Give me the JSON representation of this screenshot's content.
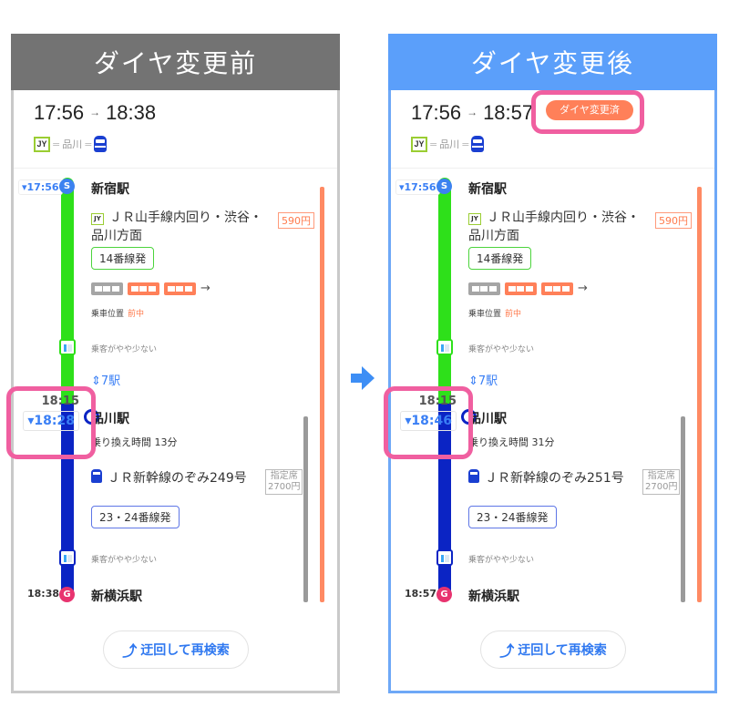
{
  "panels": {
    "before": {
      "header": "ダイヤ変更前",
      "summary": {
        "depart": "17:56",
        "arrow": "→",
        "arrive": "18:38"
      },
      "route_icons": {
        "line1": "JY",
        "via": "品川"
      },
      "origin": {
        "time": "▾17:56",
        "marker": "S",
        "station": "新宿駅"
      },
      "leg1": {
        "line_icon": "JY",
        "line_name": "ＪＲ山手線内回り・渋谷・品川方面",
        "fare": "590円",
        "platform": "14番線発",
        "car_arrow": "→",
        "boarding_label": "乗車位置",
        "boarding_pos": "前中",
        "crowd": "乗客がやや少ない",
        "stops": "7駅",
        "stops_icon": "⇕"
      },
      "transfer": {
        "sched_time": "18:15",
        "actual_time": "▾18:28",
        "station": "品川駅",
        "transfer_time": "乗り換え時間 13分"
      },
      "leg2": {
        "line_name": "ＪＲ新幹線のぞみ249号",
        "seat_type": "指定席",
        "seat_fare": "2700円",
        "platform": "23・24番線発",
        "crowd": "乗客がやや少ない"
      },
      "destination": {
        "time": "18:38",
        "marker": "G",
        "station": "新横浜駅"
      },
      "research_button": "迂回して再検索"
    },
    "after": {
      "header": "ダイヤ変更後",
      "summary": {
        "depart": "17:56",
        "arrow": "→",
        "arrive": "18:57"
      },
      "changed_badge": "ダイヤ変更済",
      "route_icons": {
        "line1": "JY",
        "via": "品川"
      },
      "origin": {
        "time": "▾17:56",
        "marker": "S",
        "station": "新宿駅"
      },
      "leg1": {
        "line_icon": "JY",
        "line_name": "ＪＲ山手線内回り・渋谷・品川方面",
        "fare": "590円",
        "platform": "14番線発",
        "car_arrow": "→",
        "boarding_label": "乗車位置",
        "boarding_pos": "前中",
        "crowd": "乗客がやや少ない",
        "stops": "7駅",
        "stops_icon": "⇕"
      },
      "transfer": {
        "sched_time": "18:15",
        "actual_time": "▾18:46",
        "station": "品川駅",
        "transfer_time": "乗り換え時間 31分"
      },
      "leg2": {
        "line_name": "ＪＲ新幹線のぞみ251号",
        "seat_type": "指定席",
        "seat_fare": "2700円",
        "platform": "23・24番線発",
        "crowd": "乗客がやや少ない"
      },
      "destination": {
        "time": "18:57",
        "marker": "G",
        "station": "新横浜駅"
      },
      "research_button": "迂回して再検索"
    }
  },
  "colors": {
    "before_header": "#737373",
    "after_header": "#5b9ffa",
    "yamanote_green": "#2ee01a",
    "shinkansen_blue": "#0b24c4",
    "accent_blue": "#3a7ff5",
    "fare_orange": "#ff8a63",
    "highlight_pink": "#f05fa0"
  }
}
